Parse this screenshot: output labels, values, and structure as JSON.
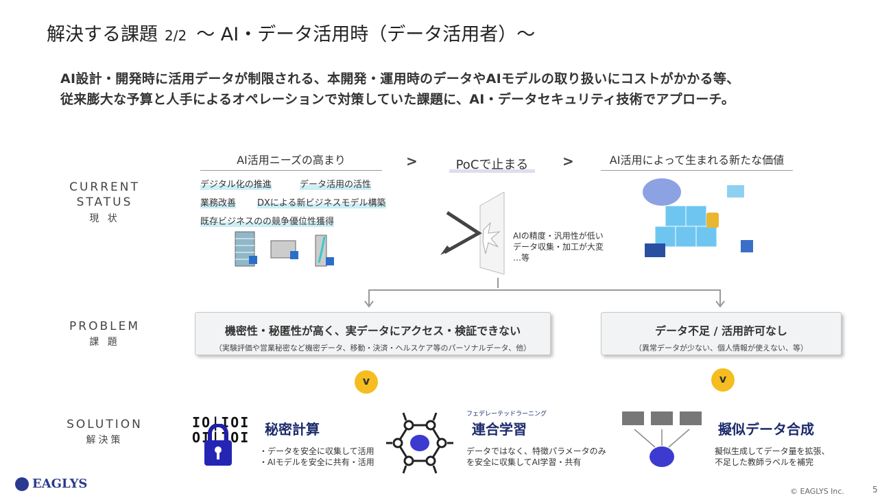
{
  "title": {
    "main": "解決する課題",
    "fraction": "2/2",
    "rest": "〜 AI・データ活用時（データ活用者）〜"
  },
  "subtitle": [
    "AI設計・開発時に活用データが制限される、本開発・運用時のデータやAIモデルの取り扱いにコストがかかる等、",
    "従来膨大な予算と人手によるオペレーションで対策していた課題に、AI・データセキュリティ技術でアプローチ。"
  ],
  "rows": {
    "current": {
      "en": "CURRENT STATUS",
      "jp": "現 状"
    },
    "problem": {
      "en": "PROBLEM",
      "jp": "課 題"
    },
    "solution": {
      "en": "SOLUTION",
      "jp": "解決策"
    }
  },
  "current": {
    "col1": {
      "title": "AI活用ニーズの高まり",
      "tags": [
        "デジタル化の推進",
        "データ活用の活性",
        "業務改善",
        "DXによる新ビジネスモデル構築",
        "既存ビジネスのの競争優位性獲得"
      ]
    },
    "sep": ">",
    "col2": {
      "title": "PoCで止まる",
      "notes": [
        "AIの精度・汎用性が低い",
        "データ収集・加工が大変",
        "…等"
      ]
    },
    "col3": {
      "title": "AI活用によって生まれる新たな価値"
    }
  },
  "problems": [
    {
      "title": "機密性・秘匿性が高く、実データにアクセス・検証できない",
      "desc": "（実験評価や営業秘密など機密データ、移動・決済・ヘルスケア等のパーソナルデータ、他）"
    },
    {
      "title": "データ不足 / 活用許可なし",
      "desc": "（異常データが少ない、個人情報が使えない、等）"
    }
  ],
  "arrow_glyph": "v",
  "solutions": [
    {
      "title": "秘密計算",
      "lines": [
        "・データを安全に収集して活用",
        "・AIモデルを安全に共有・活用"
      ],
      "binary": [
        "IO|IOI",
        "OI|IOI"
      ]
    },
    {
      "ruby": "フェデレーテッドラーニング",
      "title": "連合学習",
      "lines": [
        "データではなく、特徴パラメータのみ",
        "を安全に収集してAI学習・共有"
      ]
    },
    {
      "title": "擬似データ合成",
      "lines": [
        "擬似生成してデータ量を拡張、",
        "不足した教師ラベルを補完"
      ]
    }
  ],
  "footer": {
    "logo": "EAGLYS",
    "copyright": "© EAGLYS Inc.",
    "page": "5"
  }
}
